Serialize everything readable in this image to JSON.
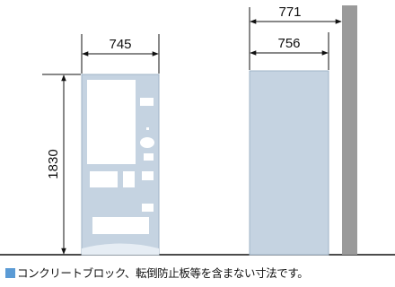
{
  "dimensions": {
    "front_width": "745",
    "side_depth": "756",
    "side_depth_total": "771",
    "height": "1830"
  },
  "footnote": "コンクリートブロック、転倒防止板等を含まない寸法です。",
  "colors": {
    "machine_fill": "#c5d3e1",
    "panel_fill": "#ffffff",
    "wall_fill": "#9a9a9a",
    "line": "#111111",
    "marker": "#5b9bd5"
  }
}
